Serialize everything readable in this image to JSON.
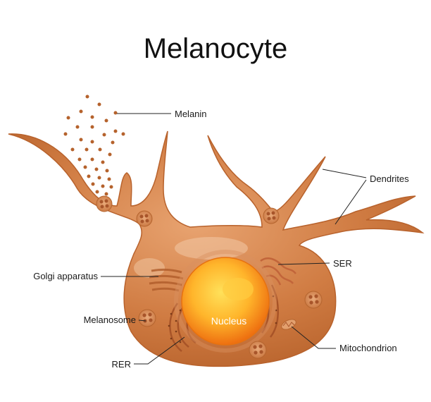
{
  "title": "Melanocyte",
  "labels": {
    "melanin": "Melanin",
    "dendrites": "Dendrites",
    "ser": "SER",
    "golgi": "Golgi apparatus",
    "melanosome": "Melanosome",
    "nucleus": "Nucleus",
    "mitochondrion": "Mitochondrion",
    "rer": "RER"
  },
  "colors": {
    "cytoplasm": "#d18049",
    "cytoplasm_edge": "#b8622c",
    "nucleus_core": "#ffd23a",
    "nucleus_edge": "#ef7d12",
    "melanin": "#b5622c",
    "organelle": "#b5652f"
  }
}
